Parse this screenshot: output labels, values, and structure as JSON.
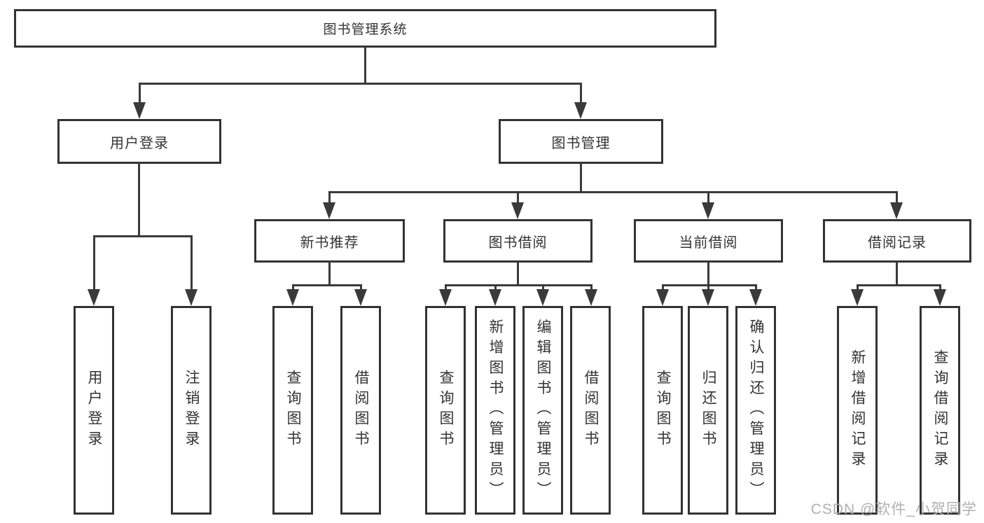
{
  "diagram": {
    "root": "图书管理系统",
    "level1": {
      "user_login": "用户登录",
      "book_management": "图书管理"
    },
    "level2": {
      "new_book_recommend": "新书推荐",
      "book_borrow": "图书借阅",
      "current_borrow": "当前借阅",
      "borrow_records": "借阅记录"
    },
    "level3": {
      "user_login": "用户登录",
      "logout": "注销登录",
      "recommend_query_book": "查询图书",
      "recommend_borrow_book": "借阅图书",
      "borrow_query_book": "查询图书",
      "borrow_add_book": "新增图书（管理员）",
      "borrow_edit_book": "编辑图书（管理员）",
      "borrow_borrow_book": "借阅图书",
      "current_query_book": "查询图书",
      "current_return_book": "归还图书",
      "current_confirm_return": "确认归还（管理员）",
      "records_add_record": "新增借阅记录",
      "records_query_record": "查询借阅记录"
    }
  },
  "watermark": "CSDN @软件_小贺同学",
  "colors": {
    "line": "#3a3a3a",
    "box_border": "#333333",
    "text": "#333333",
    "watermark": "#b0b0b0",
    "background": "#ffffff"
  }
}
